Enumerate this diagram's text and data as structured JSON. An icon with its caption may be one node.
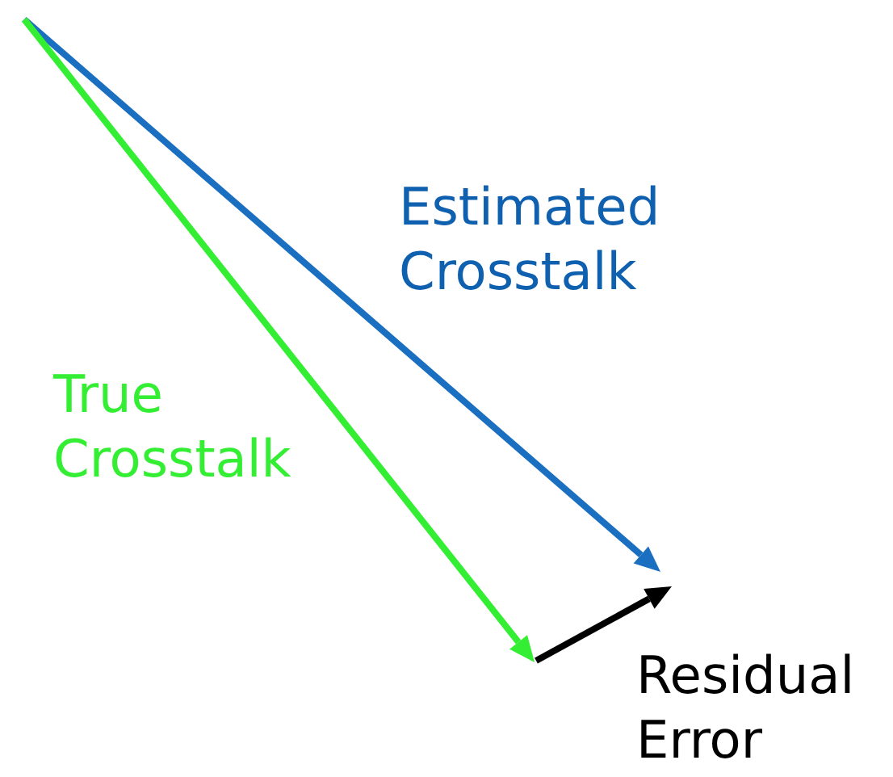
{
  "diagram": {
    "labels": [
      "Estimated Crosstalk",
      "True Crosstalk",
      "Residual Error"
    ]
  }
}
